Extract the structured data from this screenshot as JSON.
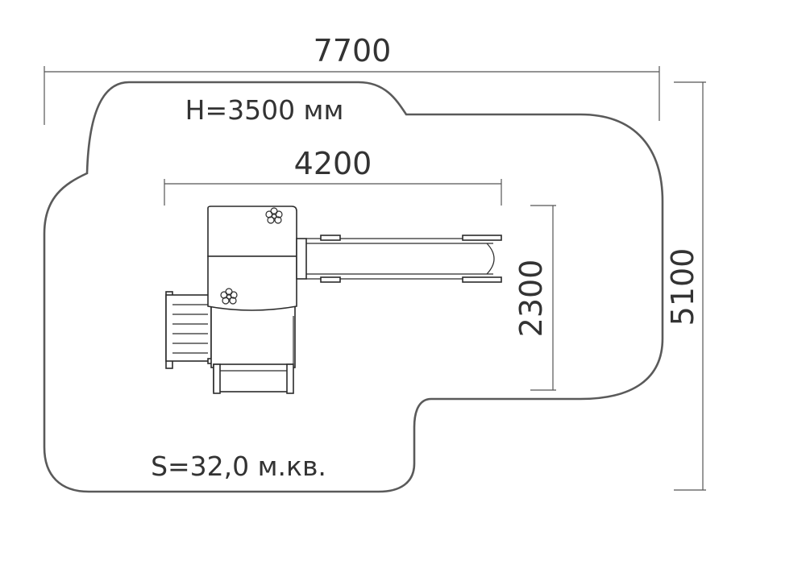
{
  "dimensions": {
    "overall_width": "7700",
    "inner_width": "4200",
    "inner_depth": "2300",
    "overall_depth": "5100"
  },
  "annotations": {
    "height": "H=3500 мм",
    "area": "S=32,0 м.кв."
  },
  "colors": {
    "line": "#5a5a5a",
    "text": "#333333",
    "background": "#ffffff"
  },
  "icons": [
    "flower-icon",
    "flower-icon"
  ]
}
